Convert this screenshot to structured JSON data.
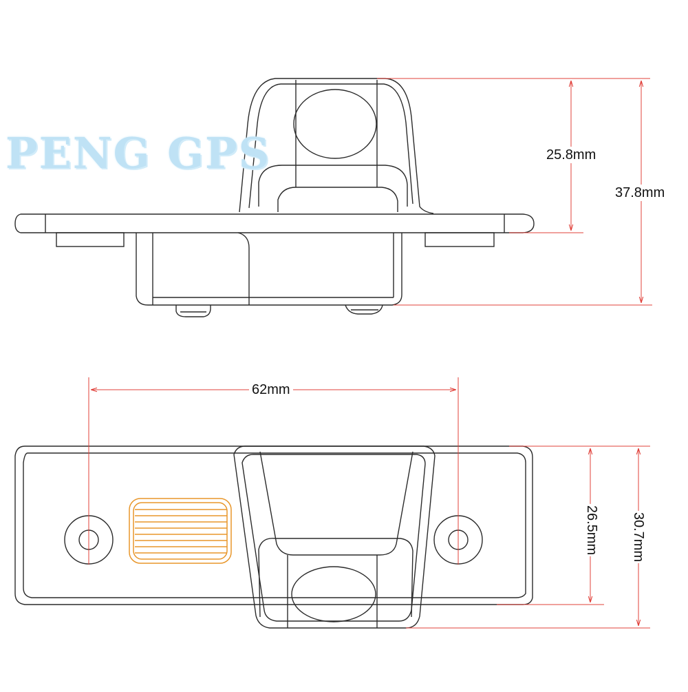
{
  "watermark": {
    "text": "PENG GPS",
    "color": "#bfe2f5"
  },
  "side_view": {
    "height_lens": "25.8mm",
    "height_total": "37.8mm"
  },
  "bottom_view": {
    "hole_spacing": "62mm",
    "depth_inner": "26.5mm",
    "depth_total": "30.7mm"
  },
  "colors": {
    "outline": "#2a2a2a",
    "dimension_line": "#e0403a",
    "light_pad": "#e8962a"
  }
}
